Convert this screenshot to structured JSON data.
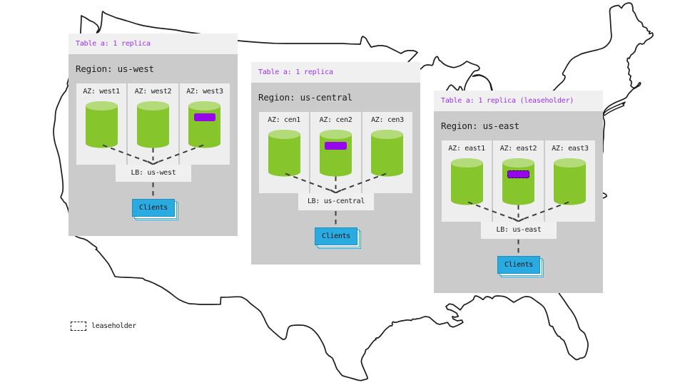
{
  "legend": {
    "label": "leaseholder"
  },
  "colors": {
    "page_background": "#ffffff",
    "map_outline": "#1c1c1c",
    "region_background": "#cbcbcb",
    "strip_background": "#f0f0f0",
    "az_panel_background": "#eeeeee",
    "table_text_purple": "#9a2ff0",
    "cylinder_green": "#87c52c",
    "cylinder_top_green": "#b3db79",
    "replica_purple": "#9507ea",
    "clients_blue": "#29abe2",
    "clients_border_blue": "#1e8fc3",
    "connector_gray": "#3e3e3e"
  },
  "regions": [
    {
      "id": "us-west",
      "table_label": "Table a: 1 replica",
      "region_label": "Region: us-west",
      "azs": [
        "AZ: west1",
        "AZ: west2",
        "AZ: west3"
      ],
      "lb_label": "LB: us-west",
      "clients_label": "Clients",
      "replica_az_index": 2,
      "leaseholder": false
    },
    {
      "id": "us-central",
      "table_label": "Table a: 1 replica",
      "region_label": "Region: us-central",
      "azs": [
        "AZ: cen1",
        "AZ: cen2",
        "AZ: cen3"
      ],
      "lb_label": "LB: us-central",
      "clients_label": "Clients",
      "replica_az_index": 1,
      "leaseholder": false
    },
    {
      "id": "us-east",
      "table_label": "Table a: 1 replica (leaseholder)",
      "region_label": "Region: us-east",
      "azs": [
        "AZ: east1",
        "AZ: east2",
        "AZ: east3"
      ],
      "lb_label": "LB: us-east",
      "clients_label": "Clients",
      "replica_az_index": 1,
      "leaseholder": true
    }
  ]
}
